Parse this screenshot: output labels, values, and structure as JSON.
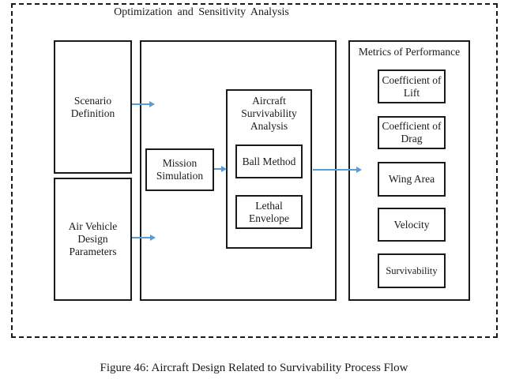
{
  "figure": {
    "title": "Optimization and Sensitivity Analysis",
    "caption": "Figure 46: Aircraft Design Related to Survivability Process Flow"
  },
  "nodes": {
    "scenario_definition": "Scenario Definition",
    "air_vehicle_design_parameters": "Air Vehicle Design Parameters",
    "mission_simulation": "Mission Simulation",
    "aircraft_survivability_analysis": "Aircraft Survivability Analysis",
    "ball_method": "Ball Method",
    "lethal_envelope": "Lethal Envelope"
  },
  "metrics": {
    "header": "Metrics of Performance",
    "items": [
      "Coefficient of Lift",
      "Coefficient of Drag",
      "Wing Area",
      "Velocity",
      "Survivability"
    ]
  },
  "colors": {
    "arrow_blue": "#5B9BD5",
    "line_black": "#1a1a1a",
    "background": "#FFFFFF"
  }
}
